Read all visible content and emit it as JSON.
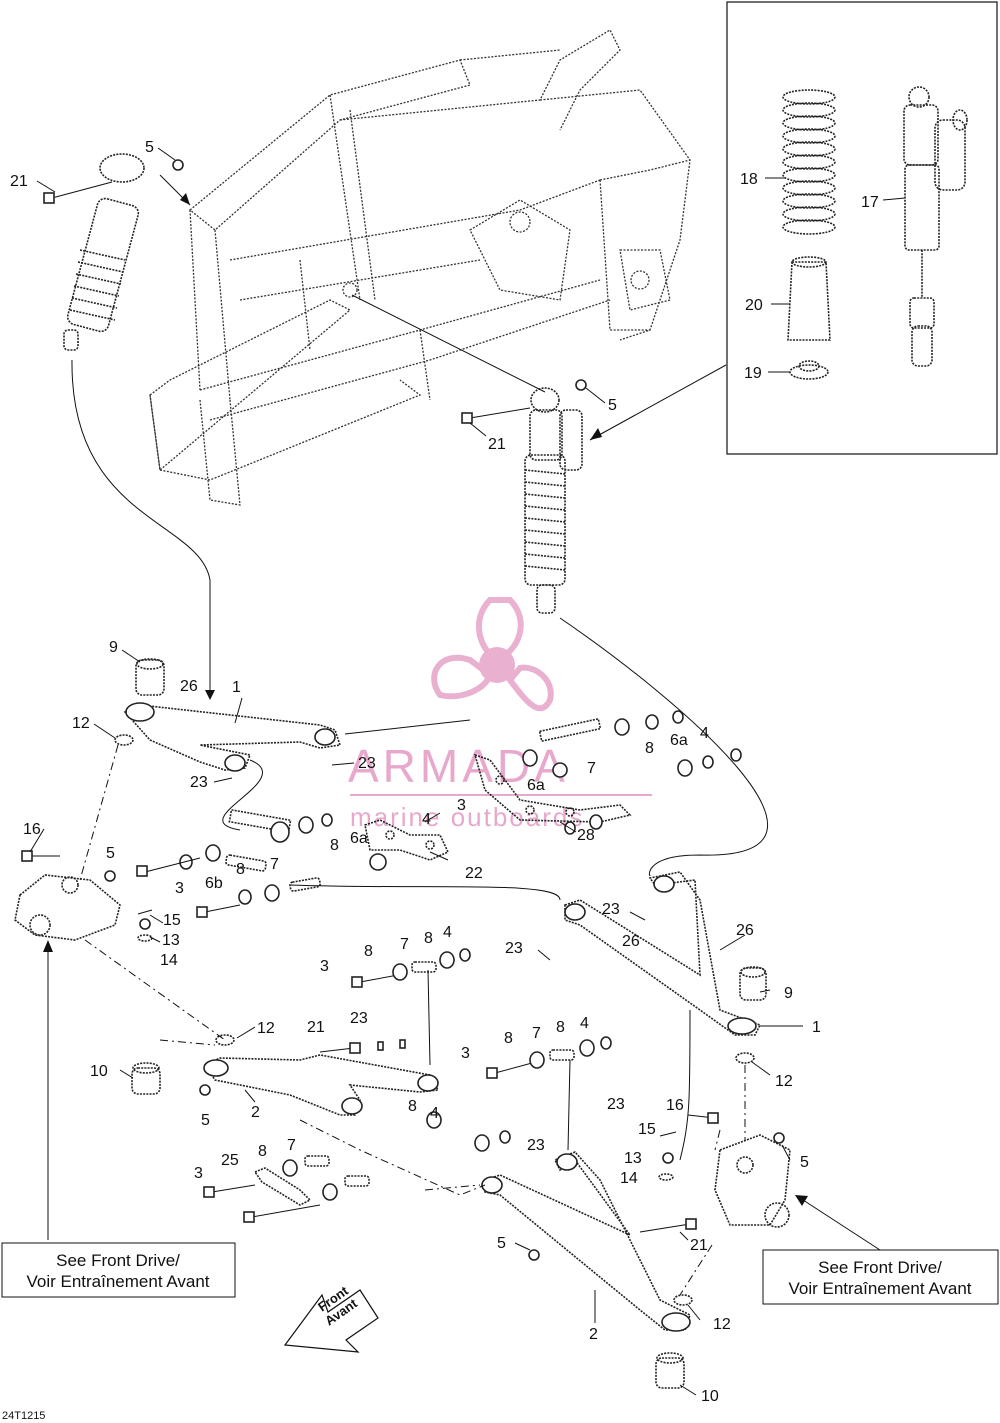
{
  "diagram": {
    "code": "24T1215",
    "references": {
      "left": [
        "See Front Drive/",
        "Voir Entraînement Avant"
      ],
      "right": [
        "See Front Drive/",
        "Voir Entraînement Avant"
      ]
    },
    "front_arrow": [
      "Front",
      "Avant"
    ],
    "watermark": {
      "brand": "ARMADA",
      "tagline": "marine outboards"
    },
    "callouts": {
      "c5a": "5",
      "c21a": "21",
      "c5b": "5",
      "c21b": "21",
      "c18": "18",
      "c17": "17",
      "c20": "20",
      "c19": "19",
      "c9a": "9",
      "c26a": "26",
      "c1a": "1",
      "c12a": "12",
      "c23a": "23",
      "c23b": "23",
      "c4a": "4",
      "c6a1": "6a",
      "c8a": "8",
      "c7a": "7",
      "c6a2": "6a",
      "c3a": "3",
      "c4b": "4",
      "c28": "28",
      "c6a3": "6a",
      "c8b": "8",
      "c22": "22",
      "c16a": "16",
      "c5c": "5",
      "c3b": "3",
      "c6b": "6b",
      "c8c": "8",
      "c7b": "7",
      "c15a": "15",
      "c13a": "13",
      "c14a": "14",
      "c23c": "23",
      "c23d": "23",
      "c26b": "26",
      "c26c": "26",
      "c9b": "9",
      "c1b": "1",
      "c8d": "8",
      "c7c": "7",
      "c8e": "8",
      "c4c": "4",
      "c3c": "3",
      "c12b": "12",
      "c21c": "21",
      "c23e": "23",
      "c10a": "10",
      "c5d": "5",
      "c2a": "2",
      "c8f": "8",
      "c7d": "7",
      "c8g": "8",
      "c4d": "4",
      "c3d": "3",
      "c12c": "12",
      "c8h": "8",
      "c4e": "4",
      "c23f": "23",
      "c23g": "23",
      "c16b": "16",
      "c15b": "15",
      "c13b": "13",
      "c14b": "14",
      "c5e": "5",
      "c3e": "3",
      "c25": "25",
      "c8i": "8",
      "c7e": "7",
      "c5f": "5",
      "c21d": "21",
      "c2b": "2",
      "c12d": "12",
      "c10b": "10"
    }
  }
}
